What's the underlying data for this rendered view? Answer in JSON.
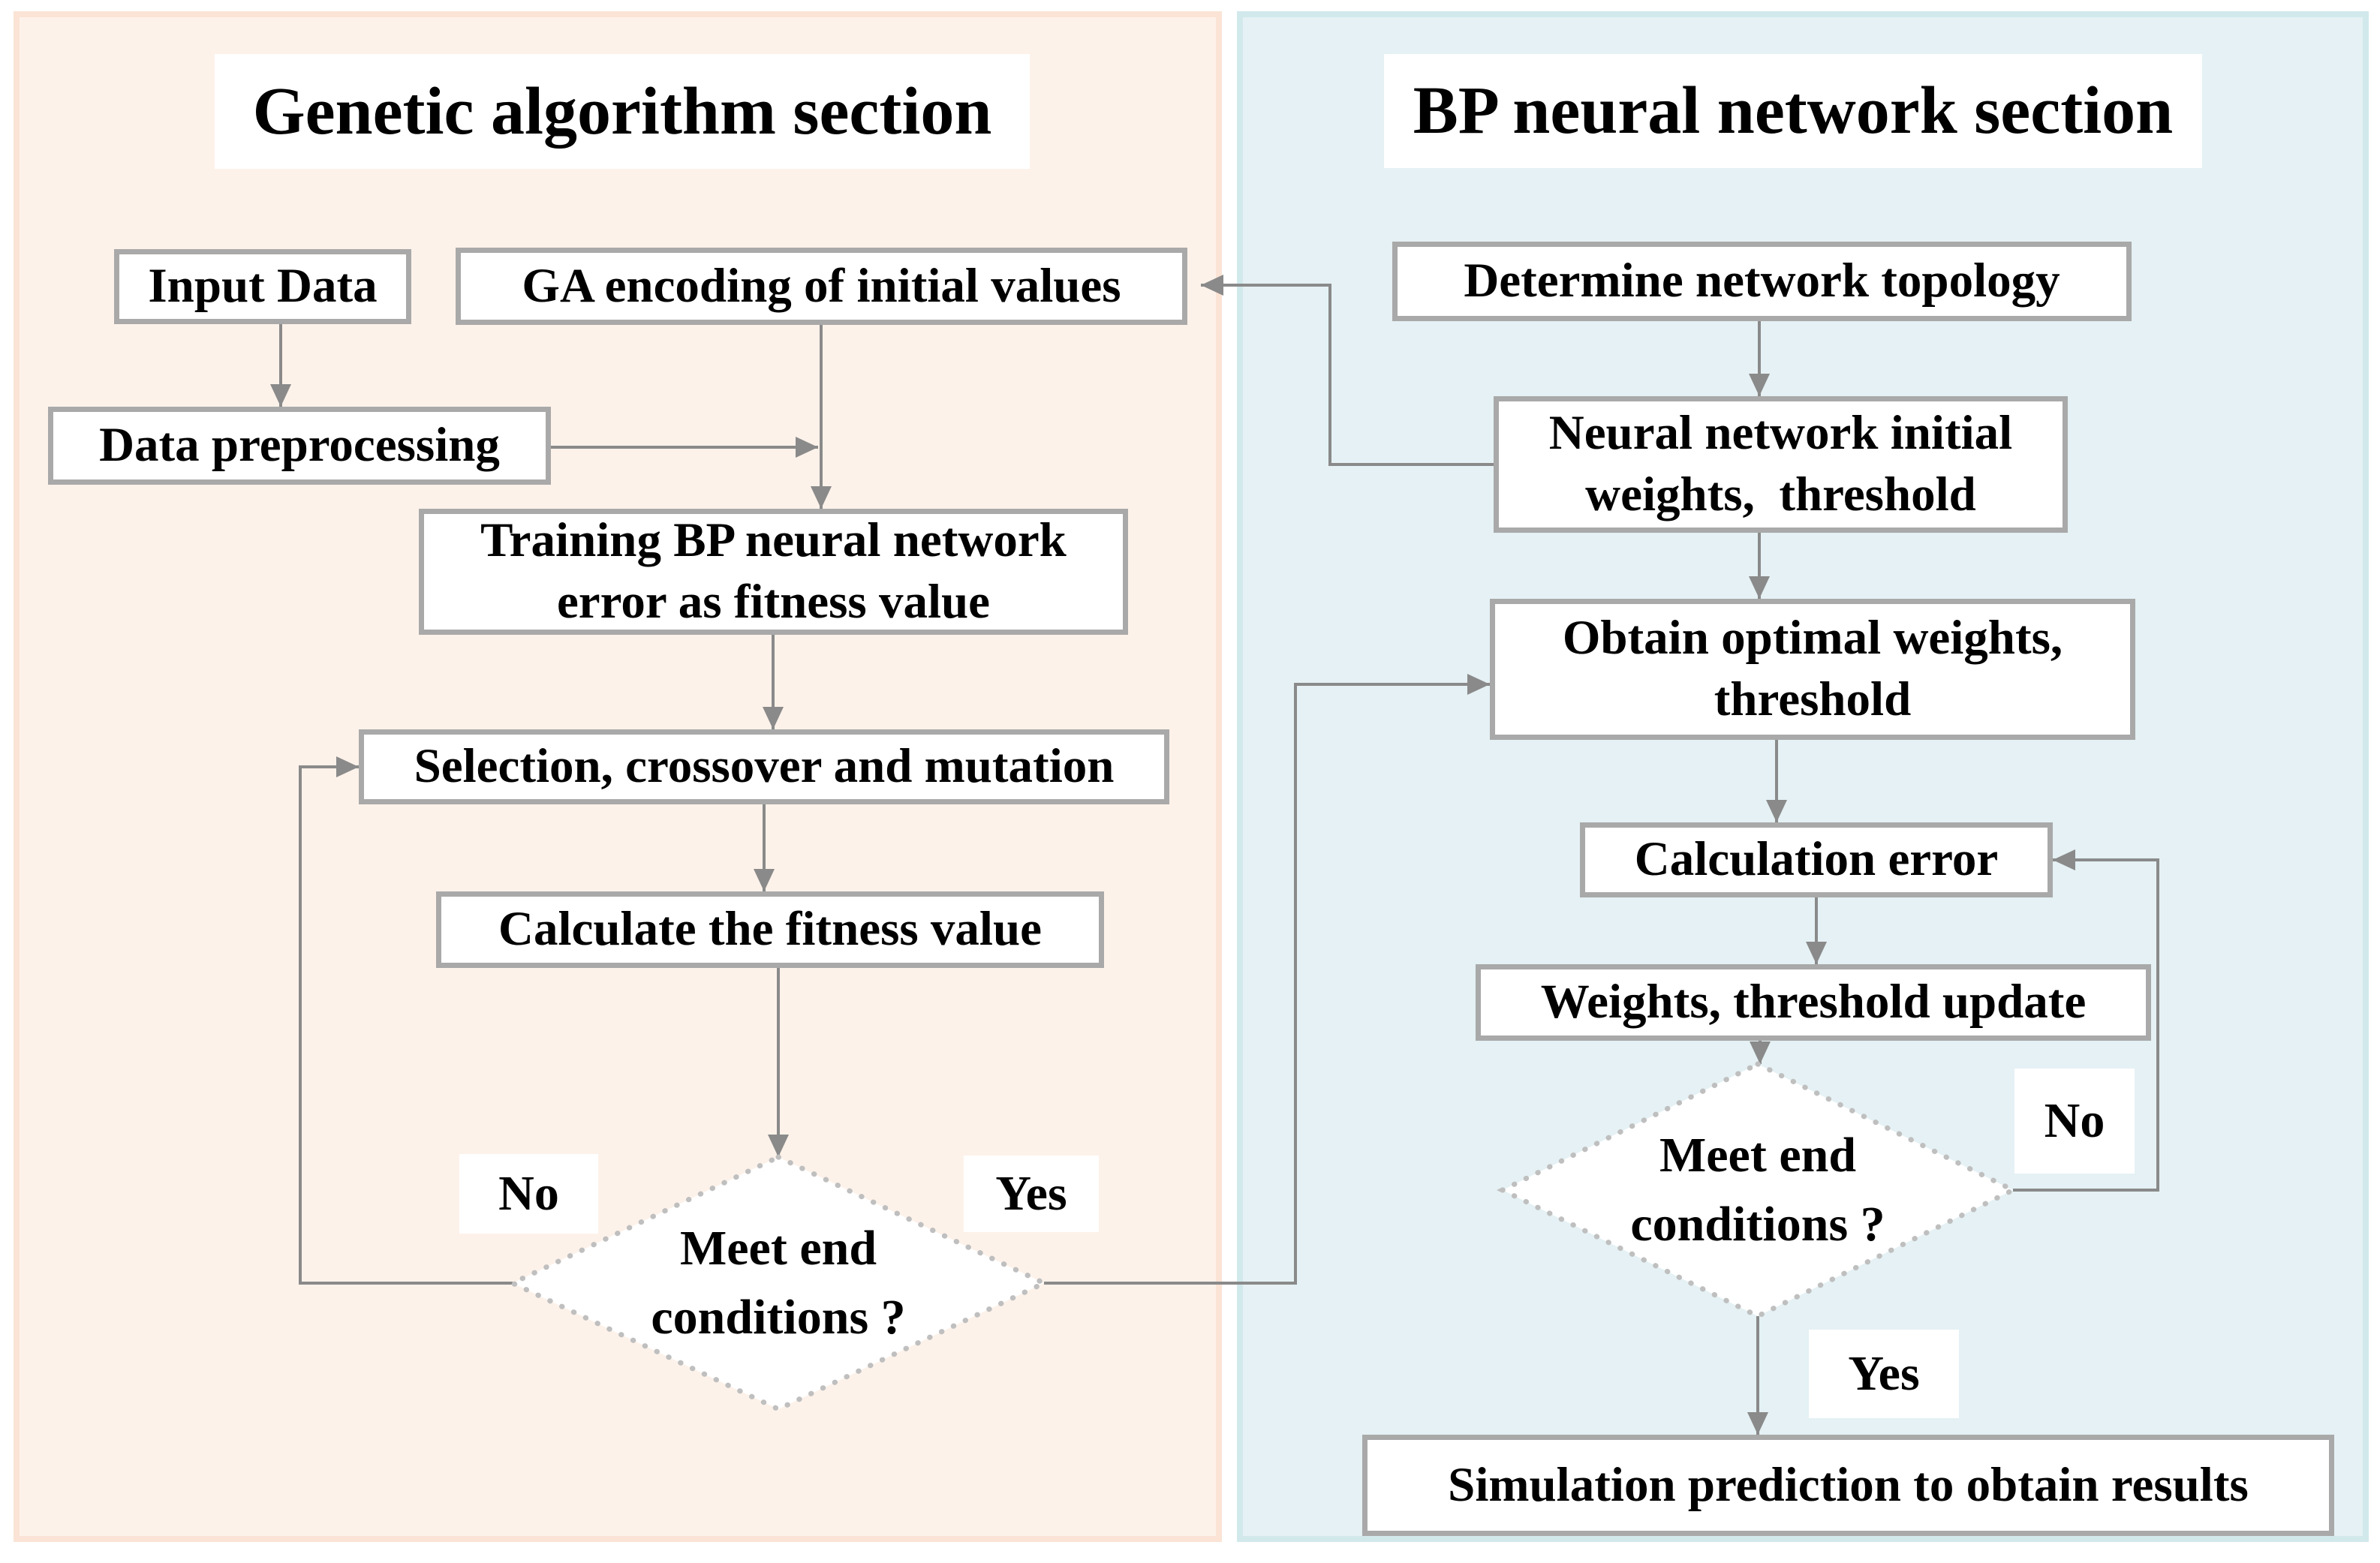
{
  "figure": {
    "type": "flowchart",
    "description": "GA optimized BP neural network flow diagram"
  },
  "ga_section": {
    "title": "Genetic algorithm section",
    "input_data": "Input Data",
    "ga_encoding": "GA encoding of initial values",
    "data_preprocessing": "Data preprocessing",
    "training_line1": "Training BP neural network",
    "training_line2": "error as fitness value",
    "selection": "Selection, crossover and mutation",
    "calculate_fitness": "Calculate the fitness value",
    "decision_line1": "Meet end",
    "decision_line2": "conditions ?",
    "no_label": "No",
    "yes_label": "Yes"
  },
  "bp_section": {
    "title": "BP neural network section",
    "determine_topology": "Determine network topology",
    "neural_initial_line1": "Neural network initial",
    "neural_initial_line2": "weights,  threshold",
    "obtain_optimal_line1": "Obtain optimal weights,",
    "obtain_optimal_line2": "threshold",
    "calculation_error": "Calculation error",
    "weights_update": "Weights, threshold update",
    "decision_line1": "Meet end",
    "decision_line2": "conditions ?",
    "no_label": "No",
    "yes_label": "Yes",
    "simulation": "Simulation prediction to obtain results"
  },
  "colors": {
    "ga_panel_bg": "#fdf2ea",
    "ga_panel_border": "#fbe4d5",
    "bp_panel_bg": "#e5f1f4",
    "bp_panel_border": "#d2e9ec",
    "box_border": "#a9a9a9",
    "line": "#8a8a8a",
    "diamond_dot": "#bfbfbf",
    "text": "#000000"
  }
}
